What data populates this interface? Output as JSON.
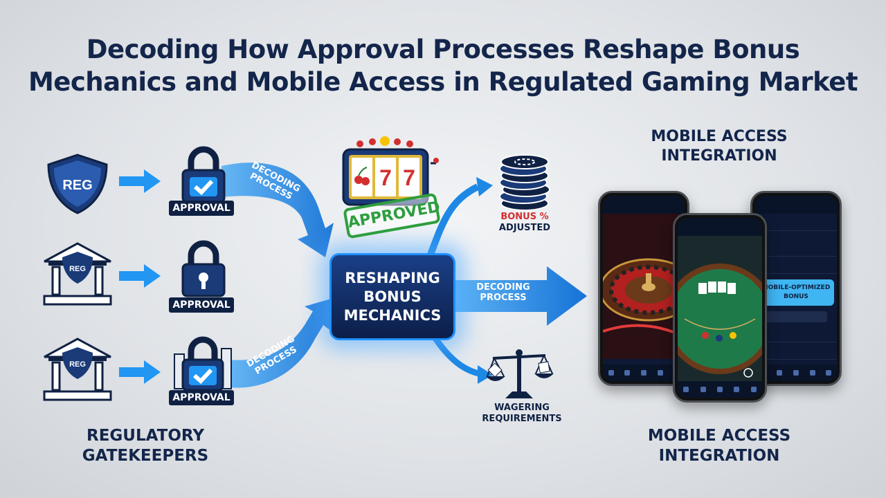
{
  "title": {
    "line1": "Decoding How Approval Processes Reshape Bonus",
    "line2": "Mechanics and Mobile Access in Regulated Gaming Market"
  },
  "gatekeepers": {
    "reg": "REG",
    "approval": "APPROVAL",
    "label_line1": "REGULATORY",
    "label_line2": "GATEKEEPERS"
  },
  "flows": {
    "decoding_line1": "DECODING",
    "decoding_line2": "PROCESS"
  },
  "center": {
    "line1": "RESHAPING",
    "line2": "BONUS",
    "line3": "MECHANICS"
  },
  "slot": {
    "stamp": "APPROVED",
    "reel_text": "7"
  },
  "bonus": {
    "line1": "BONUS %",
    "line2": "ADJUSTED"
  },
  "wagering": {
    "line1": "WAGERING",
    "line2": "REQUIREMENTS"
  },
  "mobile": {
    "top_line1": "MOBILE ACCESS",
    "top_line2": "INTEGRATION",
    "bottom_line1": "MOBILE ACCESS",
    "bottom_line2": "INTEGRATION",
    "promo_line1": "MOBILE-OPTIMIZED",
    "promo_line2": "BONUS"
  },
  "colors": {
    "navy": "#0f2143",
    "arrow_blue": "#1e88e5",
    "accent_red": "#d32f2f",
    "stamp_green": "#2e9e3f"
  }
}
